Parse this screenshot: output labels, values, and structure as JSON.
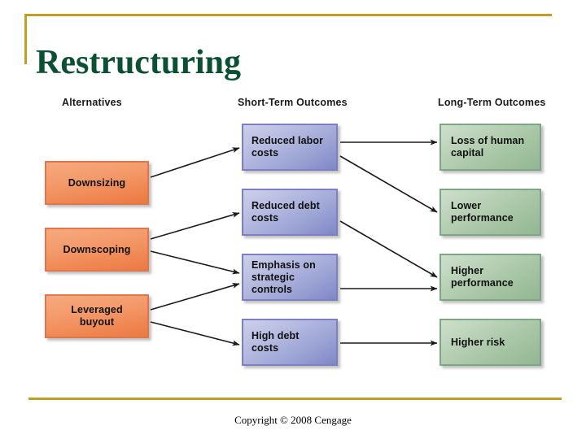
{
  "slide": {
    "title": "Restructuring",
    "footer": "Copyright © 2008 Cengage",
    "accent_gold": "#bf9f25",
    "title_green": "#0b5032"
  },
  "diagram": {
    "columns": [
      {
        "key": "alternatives",
        "header": "Alternatives",
        "color": "#f29160"
      },
      {
        "key": "short_term",
        "header": "Short-Term Outcomes",
        "color": "#9ca4d4"
      },
      {
        "key": "long_term",
        "header": "Long-Term Outcomes",
        "color": "#a2c3a0"
      }
    ],
    "alternatives": [
      {
        "id": "downsizing",
        "label": "Downsizing"
      },
      {
        "id": "downscoping",
        "label": "Downscoping"
      },
      {
        "id": "lbo",
        "label": "Leveraged\nbuyout"
      }
    ],
    "short_term_outcomes": [
      {
        "id": "reduced_labor",
        "label": "Reduced labor\ncosts"
      },
      {
        "id": "reduced_debt",
        "label": "Reduced debt\ncosts"
      },
      {
        "id": "emphasis",
        "label": "Emphasis on\nstrategic controls"
      },
      {
        "id": "high_debt",
        "label": "High debt costs"
      }
    ],
    "long_term_outcomes": [
      {
        "id": "loss_human",
        "label": "Loss of human\ncapital"
      },
      {
        "id": "lower_perf",
        "label": "Lower\nperformance"
      },
      {
        "id": "higher_perf",
        "label": "Higher\nperformance"
      },
      {
        "id": "higher_risk",
        "label": "Higher risk"
      }
    ],
    "connections": [
      {
        "from": "downsizing",
        "to": "reduced_labor"
      },
      {
        "from": "downscoping",
        "to": "reduced_debt"
      },
      {
        "from": "downscoping",
        "to": "emphasis"
      },
      {
        "from": "lbo",
        "to": "emphasis"
      },
      {
        "from": "lbo",
        "to": "high_debt"
      },
      {
        "from": "reduced_labor",
        "to": "loss_human"
      },
      {
        "from": "reduced_labor",
        "to": "lower_perf"
      },
      {
        "from": "reduced_debt",
        "to": "higher_perf"
      },
      {
        "from": "emphasis",
        "to": "higher_perf"
      },
      {
        "from": "high_debt",
        "to": "higher_risk"
      }
    ]
  }
}
